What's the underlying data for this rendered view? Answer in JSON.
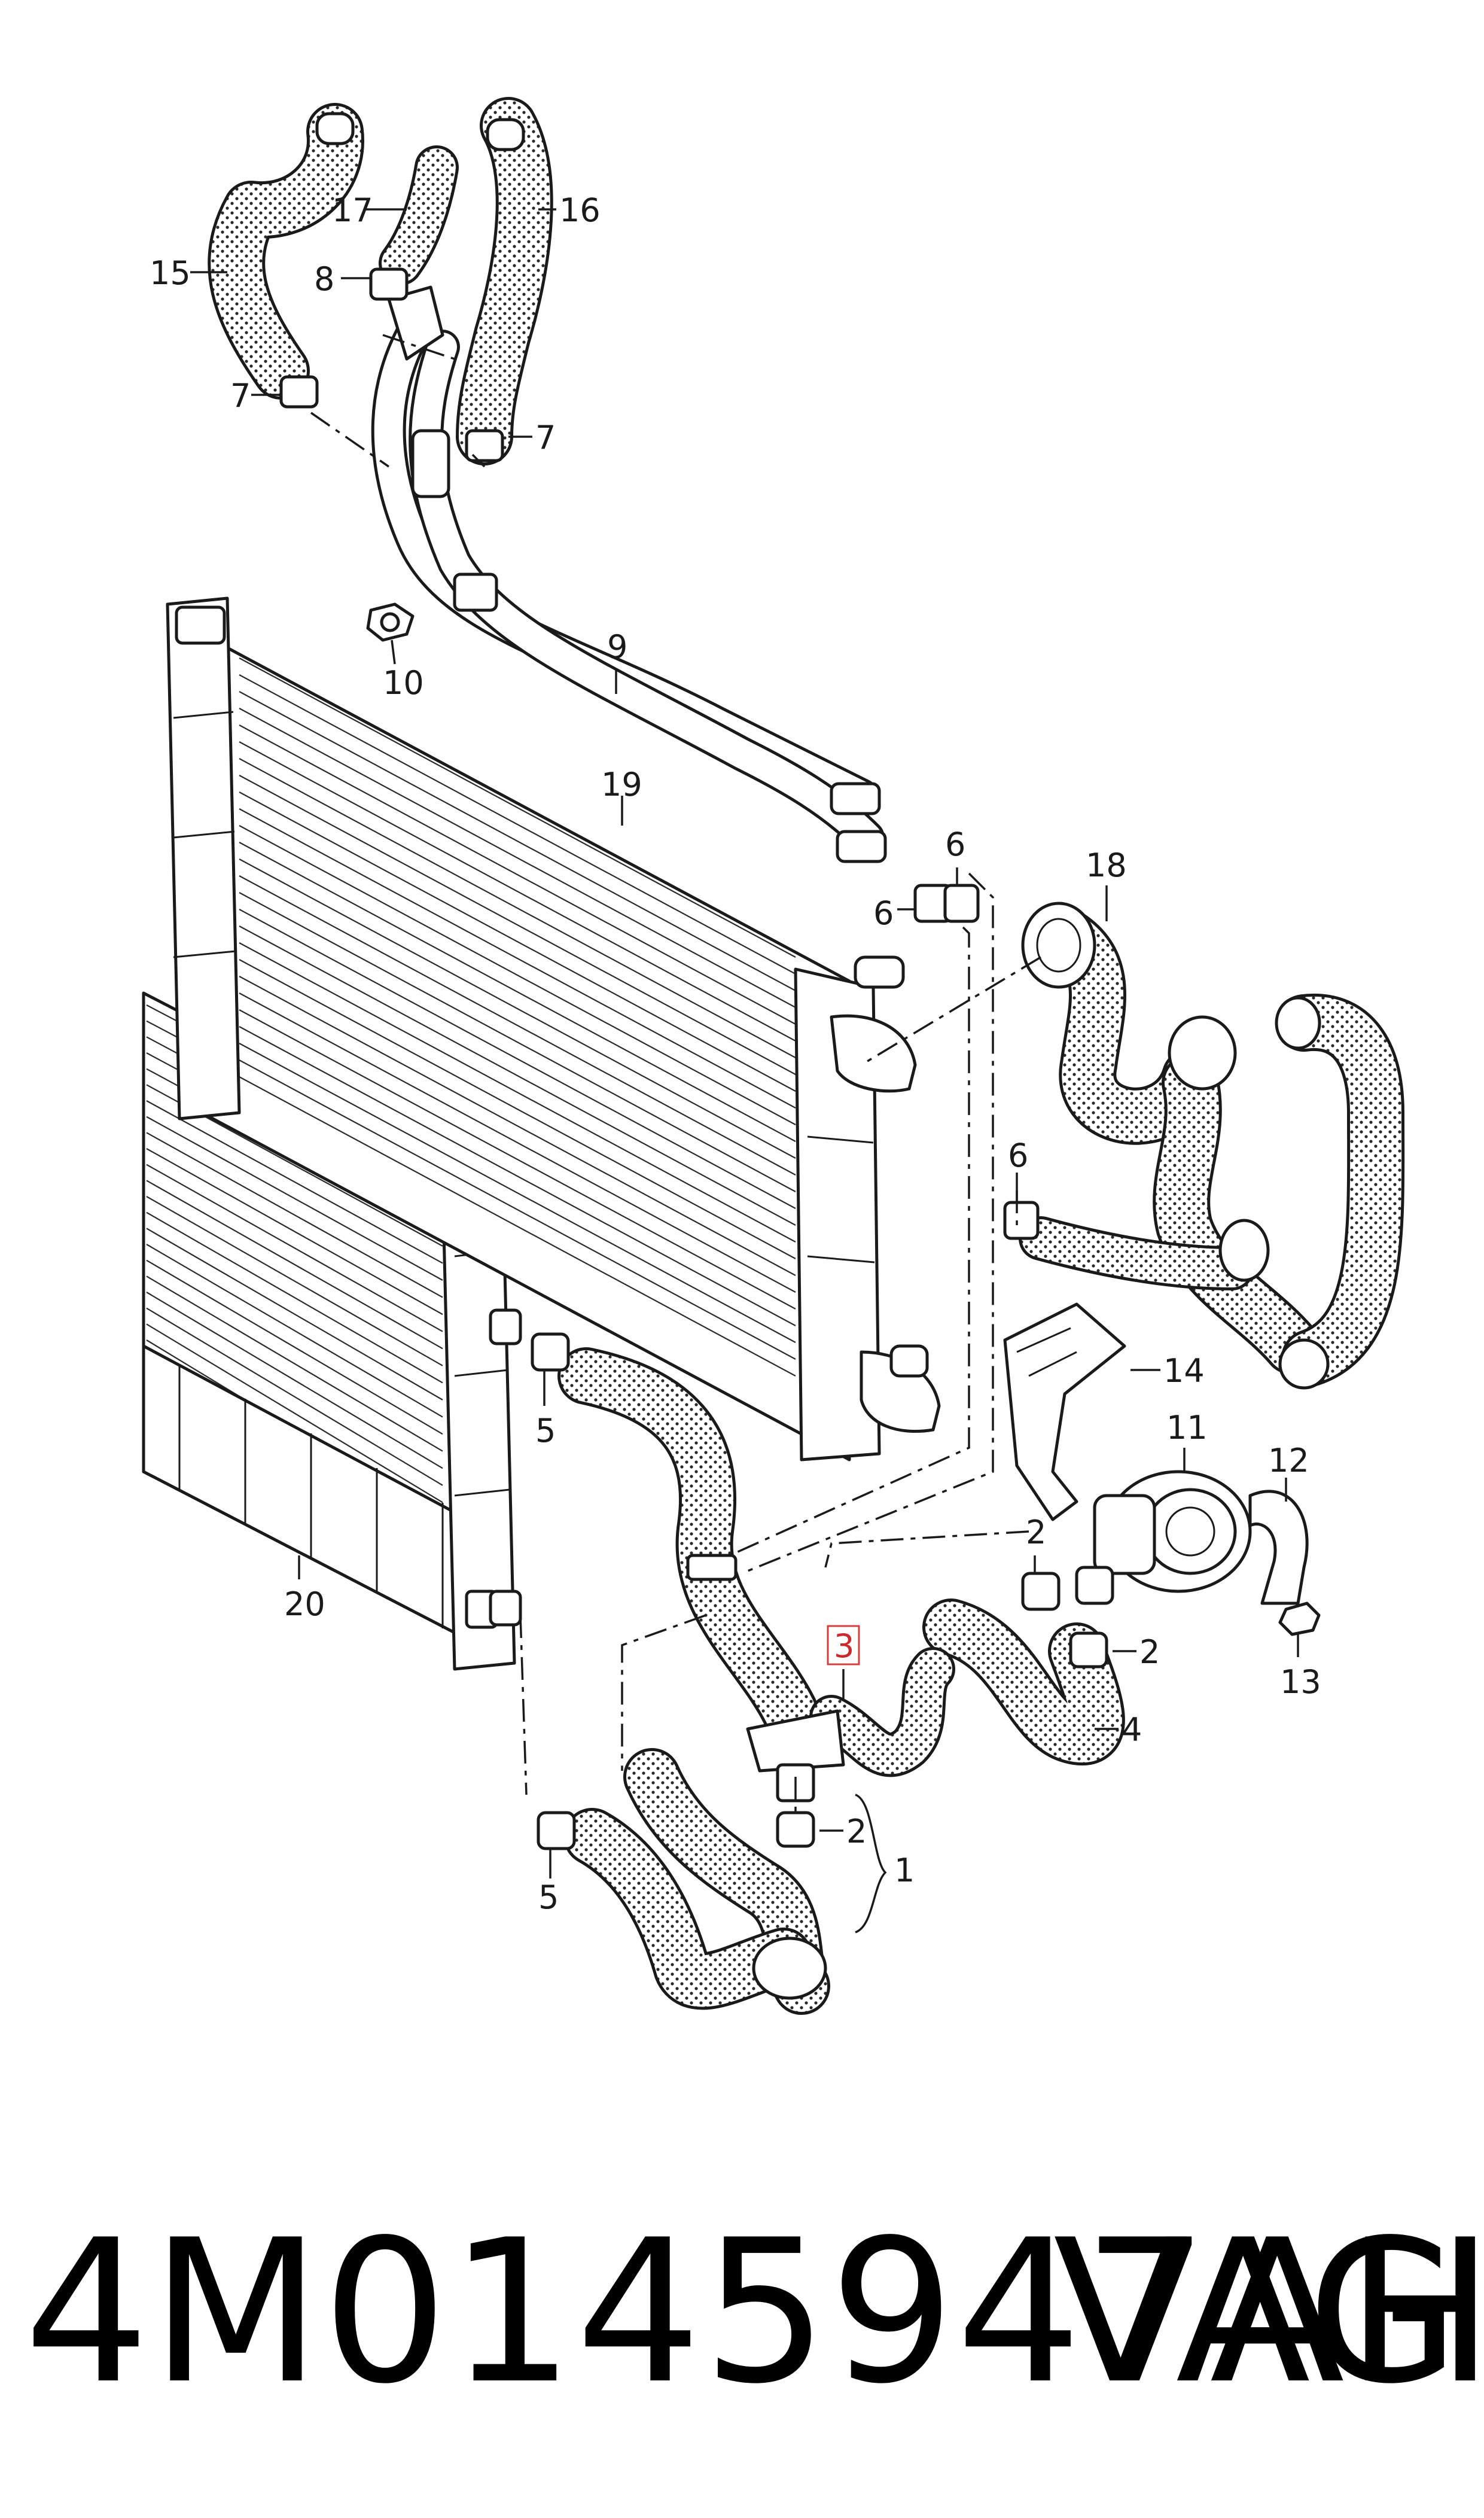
{
  "diagram": {
    "callouts": {
      "c1": "1",
      "c2a": "2",
      "c2b": "2",
      "c2c": "2",
      "c3": "3",
      "c4": "4",
      "c5a": "5",
      "c5b": "5",
      "c6a": "6",
      "c6b": "6",
      "c6c": "6",
      "c7a": "7",
      "c7b": "7",
      "c8": "8",
      "c9": "9",
      "c10": "10",
      "c11": "11",
      "c12": "12",
      "c13": "13",
      "c14": "14",
      "c15": "15",
      "c16": "16",
      "c17": "17",
      "c18": "18",
      "c19": "19",
      "c20": "20"
    },
    "highlighted_callout": "3",
    "colors": {
      "line": "#1a1a1a",
      "highlight": "#d04040",
      "background": "#ffffff"
    }
  },
  "footer": {
    "part_number": "4M0145947AH",
    "brand": "VAG"
  }
}
